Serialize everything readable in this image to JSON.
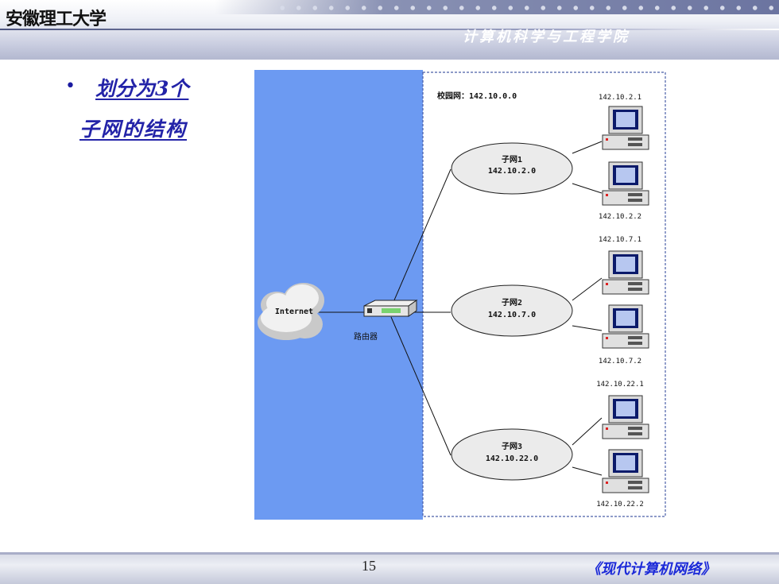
{
  "header": {
    "school": "安徽理工大学",
    "college": "计算机科学与工程学院"
  },
  "slide": {
    "bullet": "•",
    "title_line1": "划分为3个",
    "title_line2": "子网的结构"
  },
  "diagram": {
    "campus_label": "校园网：142.10.0.0",
    "internet_label": "Internet",
    "router_label": "路由器",
    "subnets": [
      {
        "name": "子网1",
        "address": "142.10.2.0",
        "hosts": [
          "142.10.2.1",
          "142.10.2.2"
        ]
      },
      {
        "name": "子网2",
        "address": "142.10.7.0",
        "hosts": [
          "142.10.7.1",
          "142.10.7.2"
        ]
      },
      {
        "name": "子网3",
        "address": "142.10.22.0",
        "hosts": [
          "142.10.22.1",
          "142.10.22.2"
        ]
      }
    ],
    "colors": {
      "outside": "#6c9af2",
      "inside": "#ffffff",
      "border": "#4a5fa8"
    }
  },
  "footer": {
    "page_number": "15",
    "book_title": "《现代计算机网络》"
  }
}
